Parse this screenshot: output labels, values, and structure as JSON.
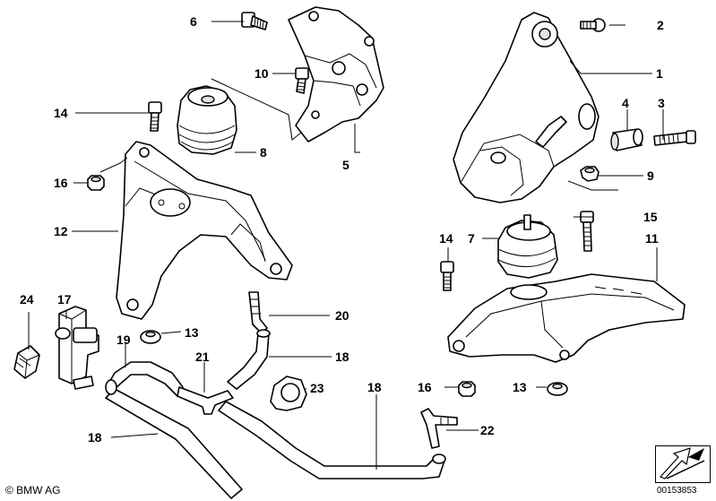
{
  "labels": {
    "l1": "1",
    "l2": "2",
    "l3": "3",
    "l4": "4",
    "l5": "5",
    "l6": "6",
    "l7": "7",
    "l8": "8",
    "l9": "9",
    "l10": "10",
    "l11": "11",
    "l12": "12",
    "l13a": "13",
    "l13b": "13",
    "l14a": "14",
    "l14b": "14",
    "l15": "15",
    "l16a": "16",
    "l16b": "16",
    "l17": "17",
    "l18a": "18",
    "l18b": "18",
    "l18c": "18",
    "l19": "19",
    "l20": "20",
    "l21": "21",
    "l22": "22",
    "l23": "23",
    "l24": "24"
  },
  "footer": {
    "copyright": "© BMW AG",
    "catalog_number": "00153853"
  },
  "icons": [
    "bmw-logo-icon",
    "direction-arrow-icon"
  ]
}
